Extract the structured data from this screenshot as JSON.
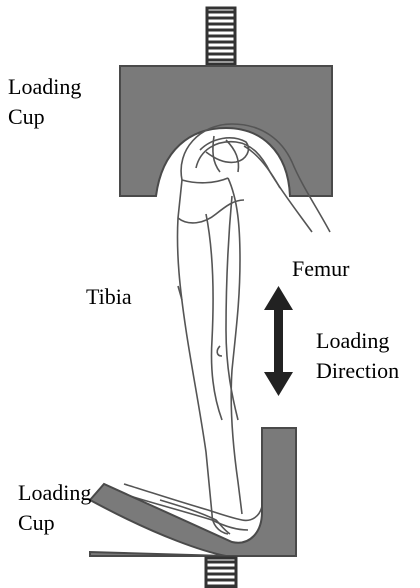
{
  "labels": {
    "top_cup_line1": "Loading",
    "top_cup_line2": "Cup",
    "femur": "Femur",
    "tibia": "Tibia",
    "direction_line1": "Loading",
    "direction_line2": "Direction",
    "bottom_cup_line1": "Loading",
    "bottom_cup_line2": "Cup"
  },
  "colors": {
    "cup_fill": "#7a7a7a",
    "cup_stroke": "#4a4a4a",
    "bone_stroke": "#555555",
    "arrow": "#222222",
    "spring": "#333333"
  }
}
